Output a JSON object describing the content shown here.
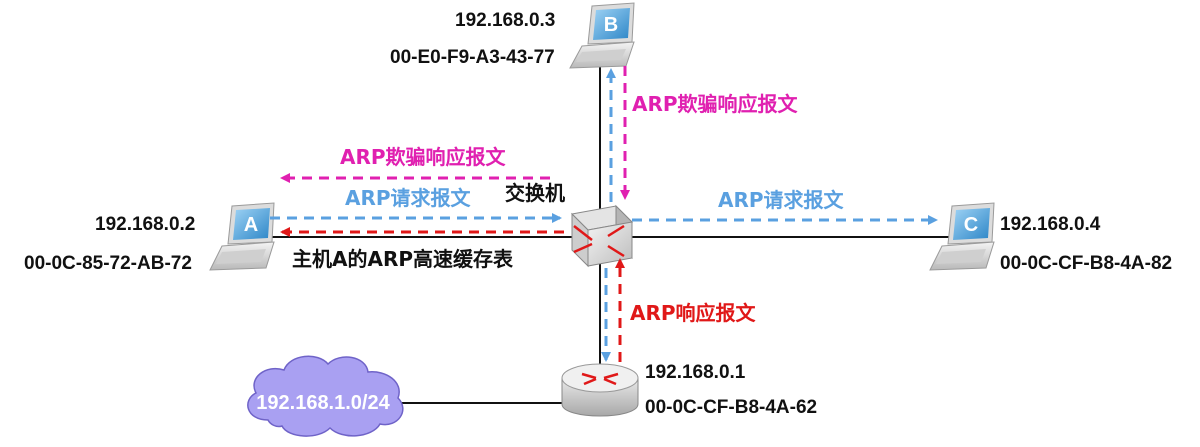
{
  "colors": {
    "spoof": "#e020b0",
    "request": "#5aa0e0",
    "reply": "#e01818",
    "link": "#111111",
    "cloud": "#a9a0f2",
    "cloud_text": "#ffffff"
  },
  "switch": {
    "label": "交换机",
    "icon": "switch-icon"
  },
  "router": {
    "ip": "192.168.0.1",
    "mac": "00-0C-CF-B8-4A-62",
    "icon": "router-icon"
  },
  "network": {
    "label": "192.168.1.0/24",
    "icon": "cloud-icon"
  },
  "host_a": {
    "letter": "A",
    "ip": "192.168.0.2",
    "mac": "00-0C-85-72-AB-72",
    "icon": "laptop-icon"
  },
  "host_b": {
    "letter": "B",
    "ip": "192.168.0.3",
    "mac": "00-E0-F9-A3-43-77",
    "icon": "laptop-icon"
  },
  "host_c": {
    "letter": "C",
    "ip": "192.168.0.4",
    "mac": "00-0C-CF-B8-4A-82",
    "icon": "laptop-icon"
  },
  "arrows": {
    "spoof_to_a": "ARP欺骗响应报文",
    "spoof_from_b": "ARP欺骗响应报文",
    "request_a": "ARP请求报文",
    "request_c": "ARP请求报文",
    "reply_router": "ARP响应报文",
    "cache_a": "主机A的ARP高速缓存表"
  }
}
